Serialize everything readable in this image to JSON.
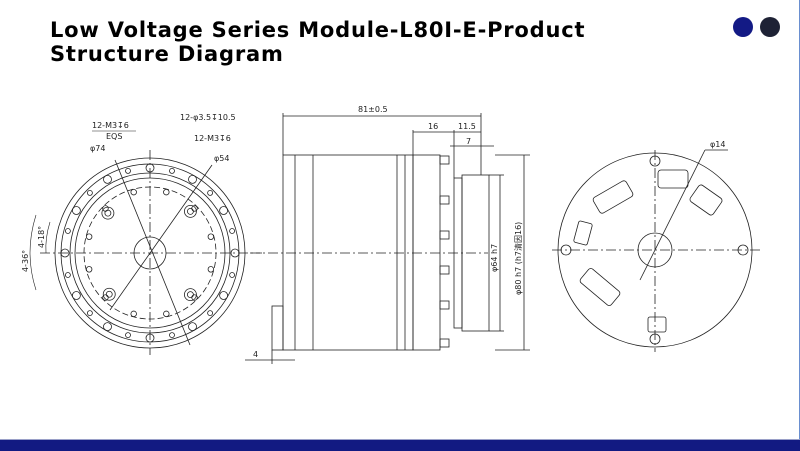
{
  "slide": {
    "title": "Low Voltage Series Module-L80I-E-Product Structure Diagram",
    "colors": {
      "accent": "#131a85",
      "dark": "#1e2235",
      "bar": "#121a82"
    }
  },
  "front_view": {
    "labels": {
      "thread1": "12-M3↧6",
      "eqs": "EQS",
      "hole": "12-φ3.5↧10.5",
      "thread2": "12-M3↧6",
      "d74": "φ74",
      "d54": "φ54",
      "ang18": "4-18°",
      "ang36": "4-36°"
    }
  },
  "side_view": {
    "labels": {
      "length": "81±0.5",
      "d16": "16",
      "d11": "11.5",
      "d7": "7",
      "d4": "4",
      "d64": "φ64 h7",
      "d80": "φ80 h7 (h7清因16)"
    }
  },
  "rear_view": {
    "labels": {
      "d14": "φ14"
    }
  }
}
